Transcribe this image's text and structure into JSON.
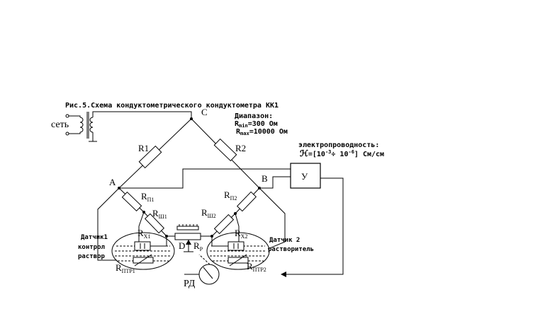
{
  "caption": "Рис.5.Схема кондуктометрического кондуктометра КК1",
  "range": {
    "title": "Диапазон:",
    "rmin_r": "R",
    "rmin_sub": "min",
    "rmin_val": "=300  Ом",
    "rmax_r": "R",
    "rmax_sub": "max",
    "rmax_val": "=10000  Ом"
  },
  "conductivity": {
    "title": "электропроводность:",
    "symbol": "ℋ",
    "value_open": "=[10",
    "exp1": "-3",
    "mid": "÷ 10",
    "exp2": "-6",
    "value_close": "] См/см"
  },
  "labels": {
    "mains": "сеть",
    "node_c": "C",
    "node_a": "A",
    "node_b": "B",
    "node_d": "D",
    "r1": "R1",
    "r2": "R2",
    "amplifier": "У",
    "rp1_r": "R",
    "rp1_sub": "П1",
    "rp2_r": "R",
    "rp2_sub": "П2",
    "rsh1_r": "R",
    "rsh1_sub": "Ш1",
    "rsh2_r": "R",
    "rsh2_sub": "Ш2",
    "rx1_r": "R",
    "rx1_sub": "X1",
    "rx2_r": "R",
    "rx2_sub": "X2",
    "rptr1_r": "R",
    "rptr1_sub": "ПТР1",
    "rptr2_r": "R",
    "rptr2_sub": "ПТР2",
    "rp_r": "R",
    "rp_sub": "P",
    "rd": "РД",
    "sensor1_line1": "Датчик1",
    "sensor1_line2": "контрол",
    "sensor1_line3": "раствор",
    "sensor2_line1": "Датчик 2",
    "sensor2_line2": "растворитель"
  }
}
